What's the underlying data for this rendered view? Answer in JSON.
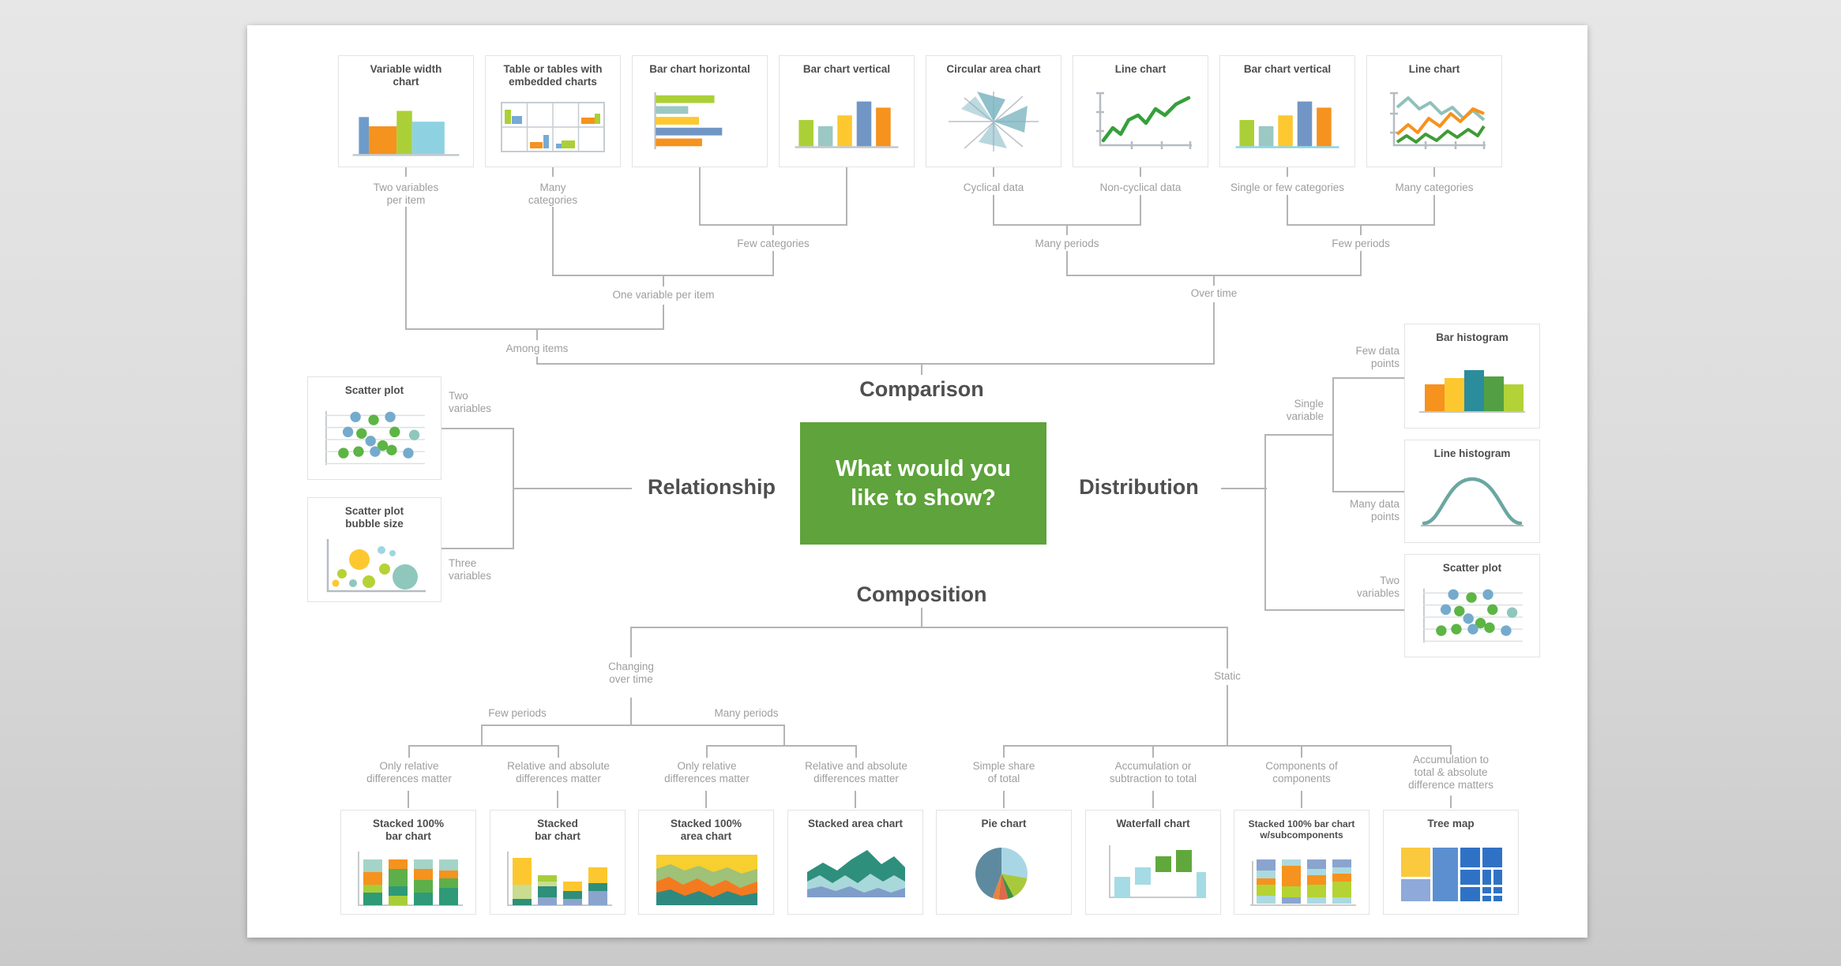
{
  "page": {
    "background": "#dcdcdc",
    "panel_color": "#ffffff"
  },
  "palette": {
    "green_box": "#5ea33b",
    "orange": "#f6921e",
    "yellow": "#fdc82f",
    "lime": "#abd037",
    "green": "#53a044",
    "line_green": "#35a03a",
    "teal": "#2b8c9c",
    "area_teal": "#2e8a80",
    "light_teal": "#9bc8c3",
    "sky_blue": "#8ed2e2",
    "steel_blue": "#7196c5",
    "blue_gray": "#8aa4ce",
    "slate": "#5d8a9e",
    "tree_blue": "#2f72c5",
    "connector": "#b4b4b4",
    "edge_label_text": "#9e9e9e",
    "card_title_text": "#4d4d4d"
  },
  "center": {
    "question": "What would you like to show?"
  },
  "nodes": {
    "comparison": "Comparison",
    "relationship": "Relationship",
    "distribution": "Distribution",
    "composition": "Composition"
  },
  "edge_labels": {
    "two_variables_per_item": "Two variables\nper item",
    "many_categories_1": "Many\ncategories",
    "few_categories": "Few categories",
    "one_variable_per_item": "One variable per item",
    "among_items": "Among items",
    "cyclical_data": "Cyclical data",
    "non_cyclical_data": "Non-cyclical data",
    "single_or_few_categories": "Single or few categories",
    "many_categories_2": "Many categories",
    "many_periods_top": "Many periods",
    "few_periods_top": "Few periods",
    "over_time": "Over time",
    "two_variables_rel": "Two\nvariables",
    "three_variables": "Three\nvariables",
    "single_variable": "Single\nvariable",
    "few_data_points": "Few data\npoints",
    "many_data_points": "Many data\npoints",
    "two_variables_dist": "Two\nvariables",
    "changing_over_time": "Changing\nover time",
    "static": "Static",
    "few_periods_comp": "Few periods",
    "many_periods_comp": "Many periods",
    "only_relative_1": "Only relative\ndifferences matter",
    "relative_absolute_1": "Relative and absolute\ndifferences matter",
    "only_relative_2": "Only relative\ndifferences matter",
    "relative_absolute_2": "Relative and absolute\ndifferences matter",
    "simple_share": "Simple share\nof total",
    "accumulation_subtraction": "Accumulation or\nsubtraction to total",
    "components_of_components": "Components of\ncomponents",
    "accumulation_total": "Accumulation to\ntotal & absolute\ndifference matters"
  },
  "cards": {
    "top": [
      {
        "title": "Variable width\nchart"
      },
      {
        "title": "Table or tables with\nembedded charts"
      },
      {
        "title": "Bar chart horizontal"
      },
      {
        "title": "Bar chart vertical"
      },
      {
        "title": "Circular area chart"
      },
      {
        "title": "Line chart"
      },
      {
        "title": "Bar chart vertical"
      },
      {
        "title": "Line chart"
      }
    ],
    "left": [
      {
        "title": "Scatter plot"
      },
      {
        "title": "Scatter plot\nbubble size"
      }
    ],
    "right": [
      {
        "title": "Bar histogram"
      },
      {
        "title": "Line histogram"
      },
      {
        "title": "Scatter plot"
      }
    ],
    "bottom": [
      {
        "title": "Stacked 100%\nbar chart"
      },
      {
        "title": "Stacked\nbar chart"
      },
      {
        "title": "Stacked 100%\narea chart"
      },
      {
        "title": "Stacked area chart"
      },
      {
        "title": "Pie chart"
      },
      {
        "title": "Waterfall chart"
      },
      {
        "title": "Stacked 100% bar chart\nw/subcomponents"
      },
      {
        "title": "Tree map"
      }
    ]
  }
}
